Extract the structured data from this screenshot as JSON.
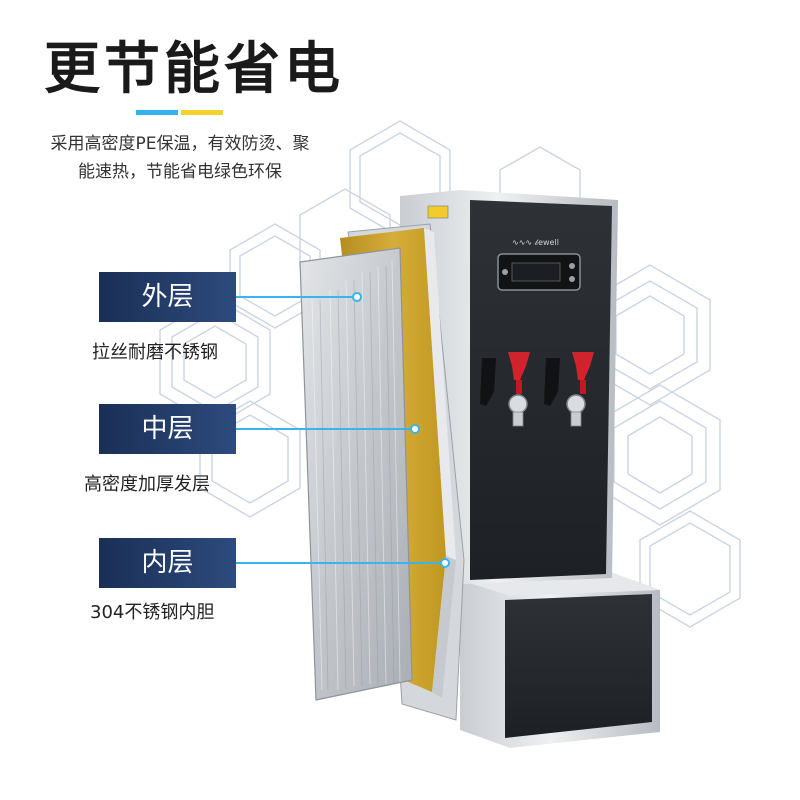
{
  "headline": "更节能省电",
  "description": {
    "line1": "采用高密度PE保温，有效防烫、聚",
    "line2": "能速热，节能省电绿色环保"
  },
  "layers": [
    {
      "tag": "外层",
      "desc": "拉丝耐磨不锈钢"
    },
    {
      "tag": "中层",
      "desc": "高密度加厚发层"
    },
    {
      "tag": "内层",
      "desc": "304不锈钢内胆"
    }
  ],
  "accent_colors": {
    "blue": "#35b3ef",
    "yellow": "#f6d22c",
    "tag_bg": "#1f355f"
  }
}
